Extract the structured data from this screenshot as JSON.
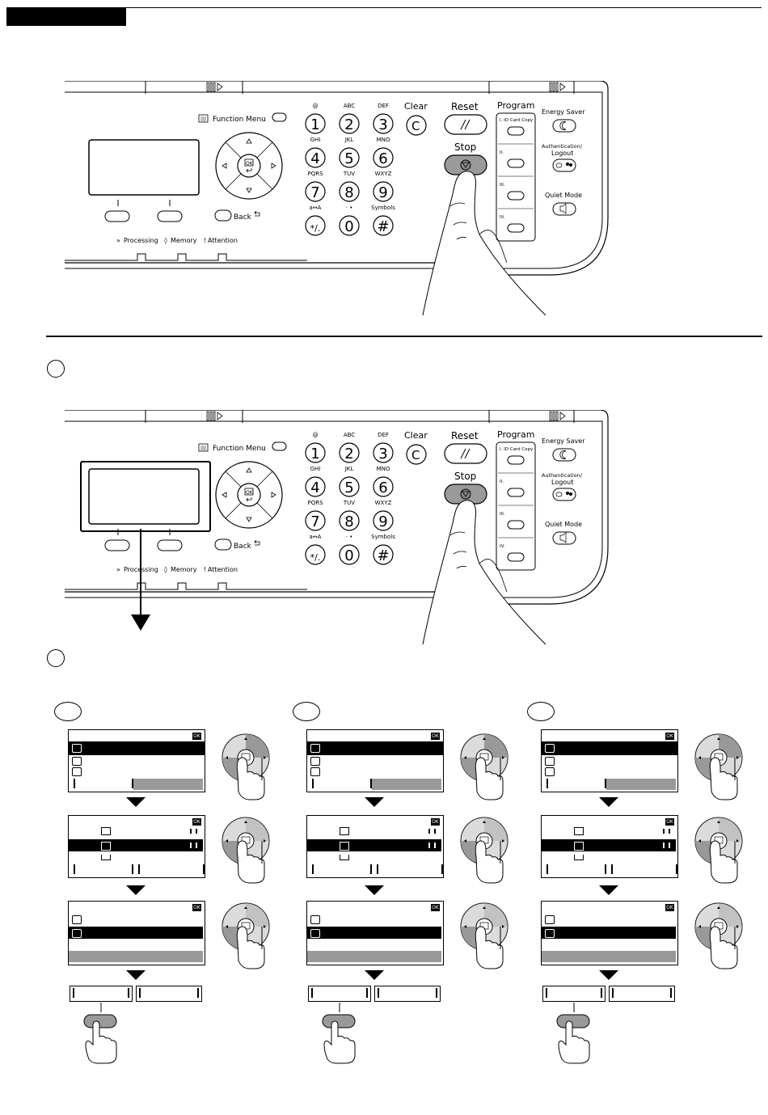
{
  "panel": {
    "function_menu": "Function Menu",
    "back": "Back",
    "ok": "OK",
    "indicators": [
      "Processing",
      "Memory",
      "Attention"
    ],
    "keys": [
      {
        "num": "1",
        "sub": "@"
      },
      {
        "num": "2",
        "sub": "ABC"
      },
      {
        "num": "3",
        "sub": "DEF"
      },
      {
        "num": "4",
        "sub": "GHI"
      },
      {
        "num": "5",
        "sub": "JKL"
      },
      {
        "num": "6",
        "sub": "MNO"
      },
      {
        "num": "7",
        "sub": "PQRS"
      },
      {
        "num": "8",
        "sub": "TUV"
      },
      {
        "num": "9",
        "sub": "WXYZ"
      },
      {
        "num": "*/.",
        "sub": "a↔A"
      },
      {
        "num": "0",
        "sub": "· •"
      },
      {
        "num": "#",
        "sub": "Symbols"
      }
    ],
    "clear": "Clear",
    "clear_key": "C",
    "reset": "Reset",
    "stop": "Stop",
    "program": "Program",
    "program_items": [
      "I.",
      "II.",
      "III.",
      "IV."
    ],
    "program_item_1_label": "ID Card Copy",
    "energy_saver": "Energy Saver",
    "auth_line1": "Authentication/",
    "auth_line2": "Logout",
    "quiet_mode": "Quiet Mode"
  },
  "step_markers": [
    "",
    ""
  ],
  "columns": [
    {
      "marker": ""
    },
    {
      "marker": ""
    },
    {
      "marker": ""
    }
  ],
  "screen_ok": "OK"
}
